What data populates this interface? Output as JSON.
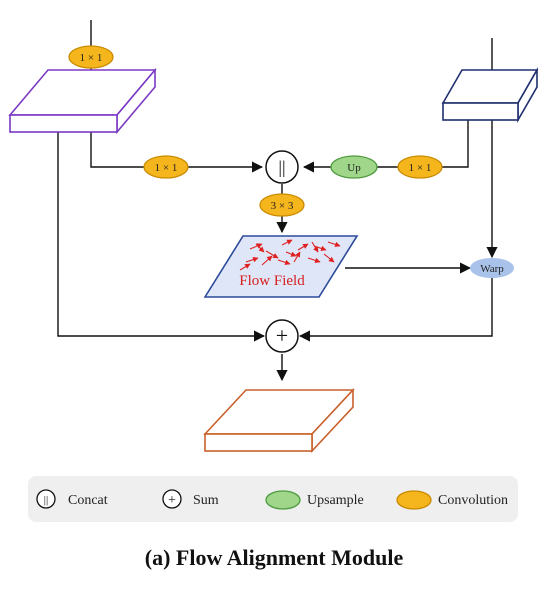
{
  "colors": {
    "conv_fill": "#f5b51c",
    "conv_stroke": "#c98b00",
    "up_fill": "#9fd68a",
    "up_stroke": "#4f9b3f",
    "warp_fill": "#a9c2ea",
    "flow_fill": "#dfe6f7",
    "flow_stroke": "#2c4a9a",
    "flow_arrow": "#e02020",
    "flow_text": "#d62020",
    "low_block": "#7a39c5",
    "high_block": "#1f2f6e",
    "out_block": "#c8602a",
    "legend_bg": "#efefef"
  },
  "nodes": {
    "conv_top_left": "1 × 1",
    "conv_mid_left": "1 × 1",
    "conv_mid_right": "1 × 1",
    "conv_3x3": "3 × 3",
    "upsample": "Up",
    "concat_symbol": "||",
    "sum_symbol": "+",
    "warp": "Warp",
    "flow_field": "Flow Field"
  },
  "legend": {
    "concat": "Concat",
    "sum": "Sum",
    "upsample": "Upsample",
    "convolution": "Convolution",
    "concat_symbol": "||",
    "sum_symbol": "+"
  },
  "caption": "(a) Flow Alignment Module"
}
